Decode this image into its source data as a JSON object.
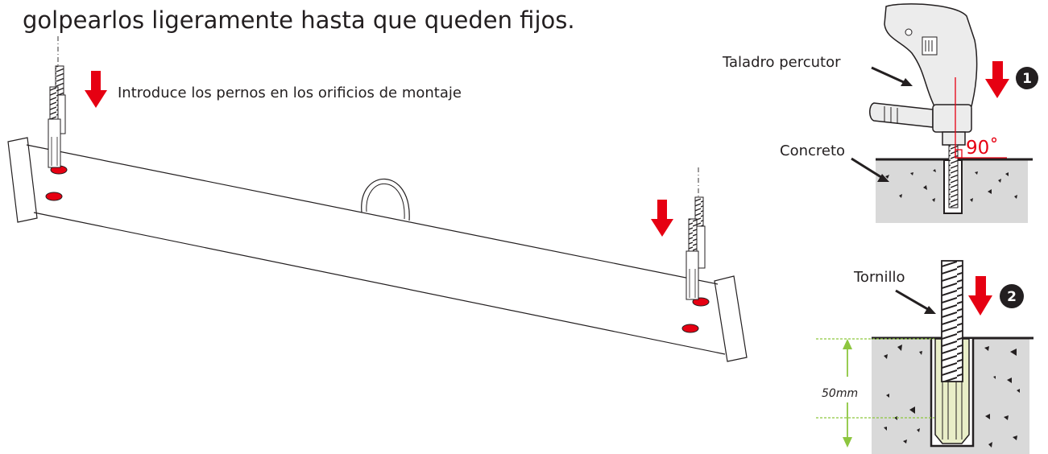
{
  "instruction_text": "golpearlos ligeramente hasta que queden fijos.",
  "insert_bolts_label": "Introduce los pernos en los orificios de montaje",
  "hammer_drill_label": "Taladro percutor",
  "concrete_label": "Concreto",
  "angle_label": "90˚",
  "screw_label": "Tornillo",
  "depth_label": "50mm",
  "step1_number": "1",
  "step2_number": "2",
  "colors": {
    "arrow_red": "#e60012",
    "hole_red": "#e60012",
    "concrete_gray": "#d9d9d9",
    "dimension_green": "#8dc63f",
    "anchor_fill": "#e9eec8",
    "outline": "#231f20"
  }
}
